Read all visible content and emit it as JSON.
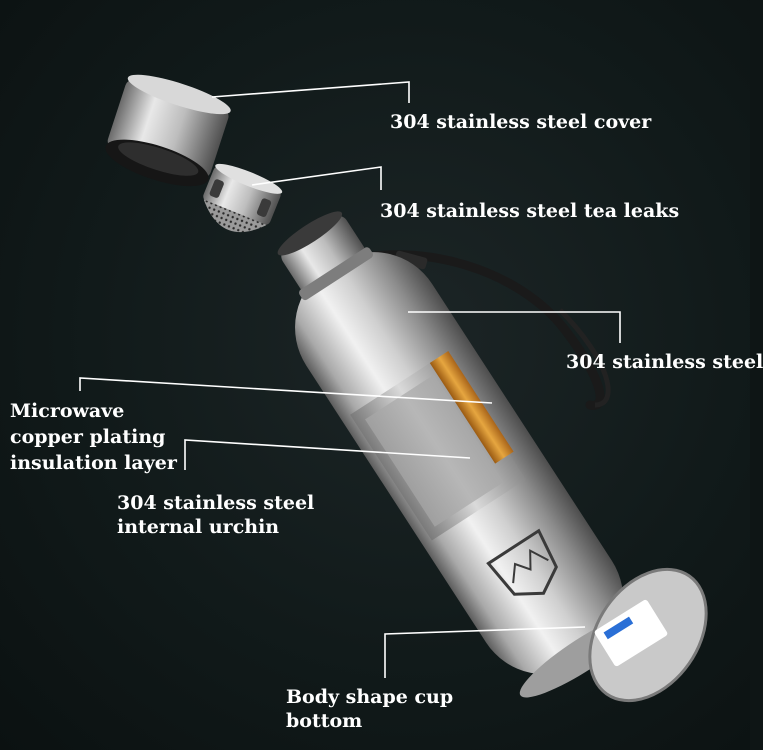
{
  "labels": {
    "cover": "304 stainless steel cover",
    "tea_leaks": "304 stainless steel tea leaks",
    "steel": "304 stainless steel",
    "copper_line1": "Microwave",
    "copper_line2": "copper plating",
    "copper_line3": "insulation layer",
    "internal_line1": "304 stainless steel",
    "internal_line2": "internal urchin",
    "bottom_line1": "Body shape cup",
    "bottom_line2": "bottom"
  },
  "colors": {
    "background": "#111a1a",
    "label_text": "#ffffff",
    "leader_line": "#ffffff",
    "steel_light": "#e6e6e6",
    "steel_dark": "#6e6e6e",
    "copper": "#d08a2a"
  }
}
